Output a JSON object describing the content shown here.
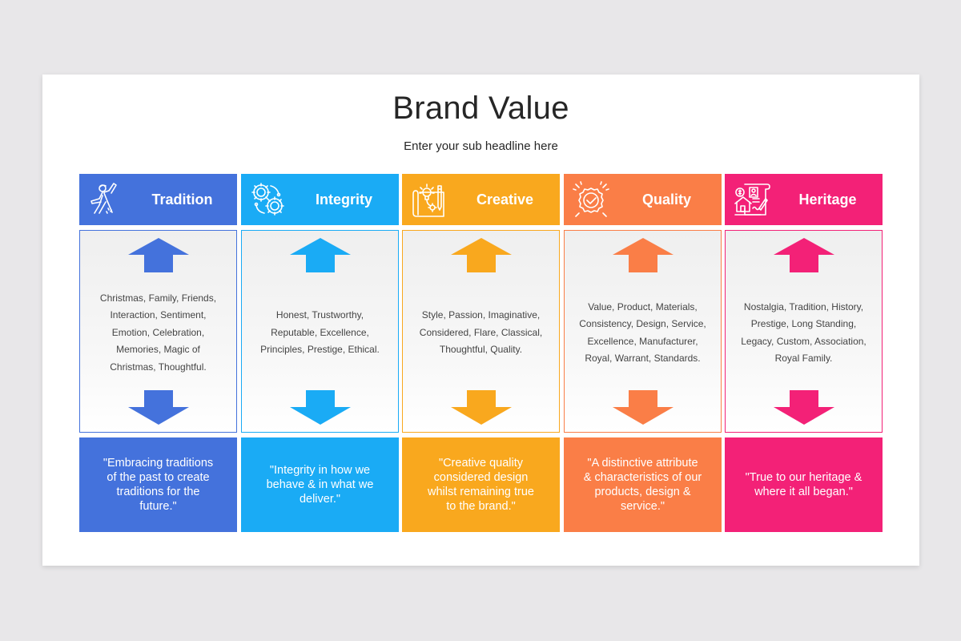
{
  "slide": {
    "title": "Brand Value",
    "subtitle": "Enter your sub headline here"
  },
  "columns": [
    {
      "label": "Tradition",
      "icon": "dancer-icon",
      "color": "#4472dc",
      "keywords": "Christmas, Family, Friends,\nInteraction, Sentiment,\nEmotion, Celebration,\nMemories, Magic of\nChristmas, Thoughtful.",
      "quote": "\"Embracing traditions\nof the past to create\ntraditions for the\nfuture.\""
    },
    {
      "label": "Integrity",
      "icon": "gears-icon",
      "color": "#1aabf5",
      "keywords": "Honest, Trustworthy,\nReputable, Excellence,\nPrinciples, Prestige, Ethical.",
      "quote": "\"Integrity in how we\nbehave & in what we\ndeliver.\""
    },
    {
      "label": "Creative",
      "icon": "blueprint-idea-icon",
      "color": "#f9a81e",
      "keywords": "Style, Passion, Imaginative,\nConsidered, Flare, Classical,\nThoughtful, Quality.",
      "quote": "\"Creative quality\nconsidered design\nwhilst remaining true\nto the brand.\""
    },
    {
      "label": "Quality",
      "icon": "badge-check-icon",
      "color": "#fa7e47",
      "keywords": "Value, Product, Materials,\nConsistency,  Design, Service,\nExcellence,  Manufacturer,\nRoyal, Warrant, Standards.",
      "quote": "\"A distinctive attribute\n& characteristics of our\nproducts, design &\nservice.\""
    },
    {
      "label": "Heritage",
      "icon": "deed-house-icon",
      "color": "#f32177",
      "keywords": "Nostalgia, Tradition, History,\nPrestige, Long Standing,\nLegacy, Custom, Association,\nRoyal Family.",
      "quote": "\"True to our heritage &\nwhere it all began.\""
    }
  ]
}
